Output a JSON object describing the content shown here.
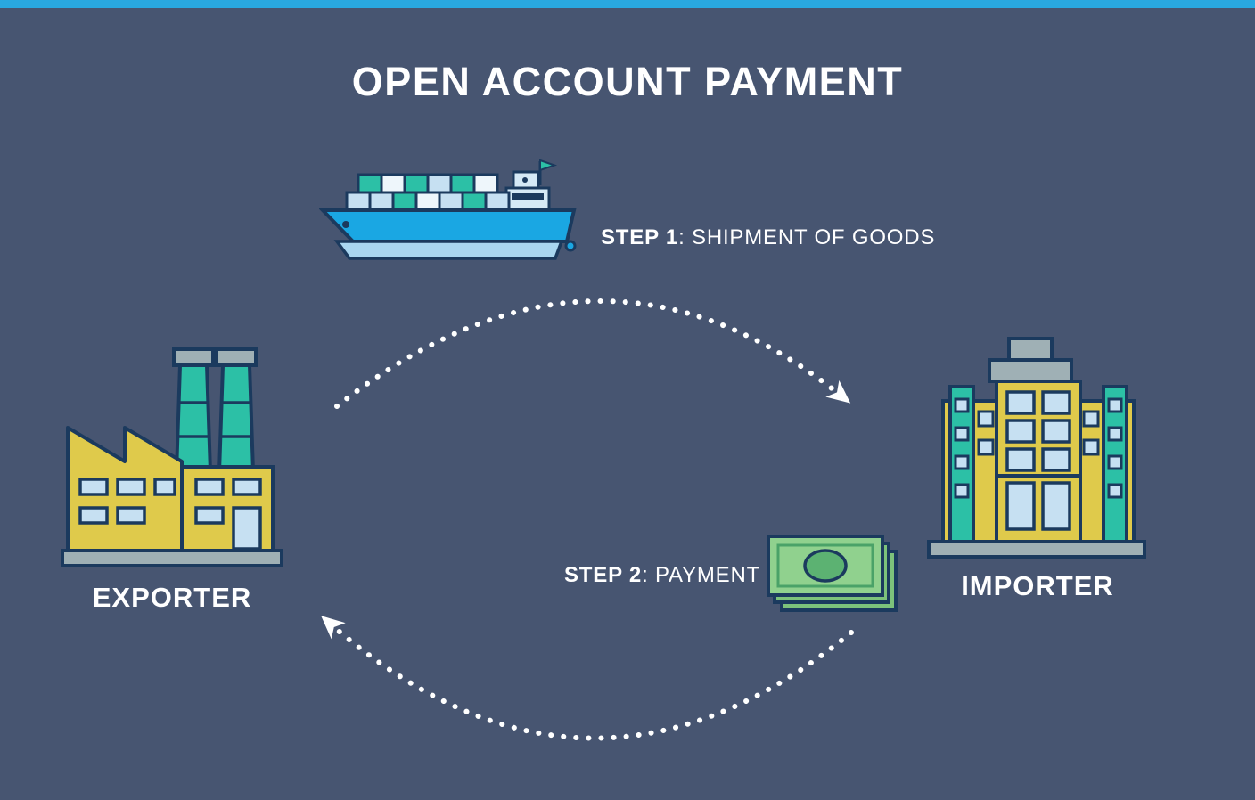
{
  "title": "OPEN ACCOUNT PAYMENT",
  "flow": {
    "step1": {
      "label": "STEP 1",
      "text": ": SHIPMENT OF GOODS"
    },
    "step2": {
      "label": "STEP 2",
      "text": ": PAYMENT"
    }
  },
  "entities": {
    "exporter": {
      "label": "EXPORTER",
      "icon": "factory-icon"
    },
    "importer": {
      "label": "IMPORTER",
      "icon": "office-building-icon"
    }
  },
  "icons": {
    "shipment": "cargo-ship-icon",
    "payment": "banknotes-icon",
    "flow_arrows": "dotted-arc-arrow"
  },
  "colors": {
    "background": "#475571",
    "top_bar": "#29A8E0",
    "text": "#FFFFFF",
    "outline_navy": "#1B3A5E",
    "teal": "#2CC0A6",
    "yellow": "#DFCA4B",
    "light_blue": "#C6E0F2",
    "bright_blue": "#1AA7E3",
    "green": "#90D18E",
    "gray": "#9FB0B5"
  }
}
